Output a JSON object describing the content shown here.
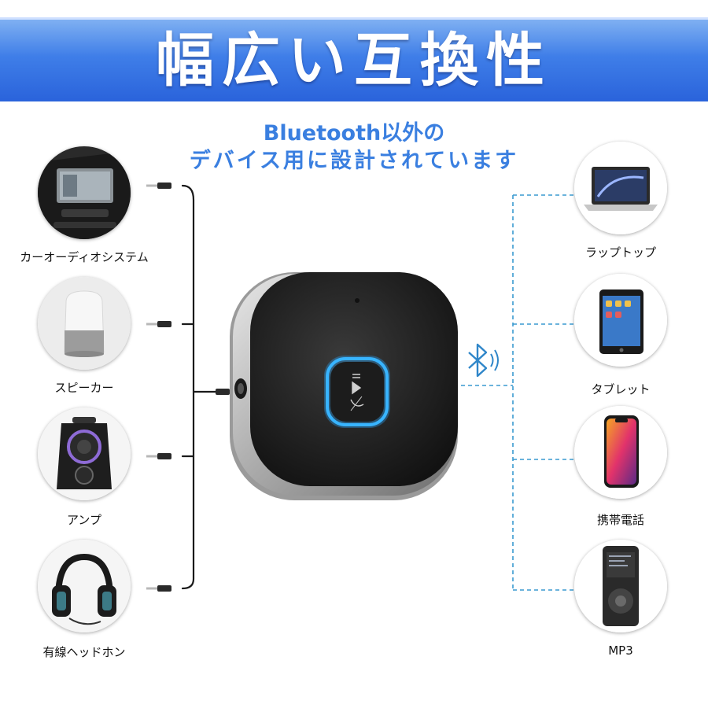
{
  "banner": {
    "title": "幅広い互換性"
  },
  "subtitle": {
    "line1": "Bluetooth以外の",
    "line2": "デバイス用に設計されています"
  },
  "left_devices": [
    {
      "label": "カーオーディオシステム",
      "icon": "car-audio-icon"
    },
    {
      "label": "スピーカー",
      "icon": "speaker-icon"
    },
    {
      "label": "アンプ",
      "icon": "amplifier-icon"
    },
    {
      "label": "有線ヘッドホン",
      "icon": "headphones-icon"
    }
  ],
  "right_devices": [
    {
      "label": "ラップトップ",
      "icon": "laptop-icon"
    },
    {
      "label": "タブレット",
      "icon": "tablet-icon"
    },
    {
      "label": "携帯電話",
      "icon": "phone-icon"
    },
    {
      "label": "MP3",
      "icon": "mp3-player-icon"
    }
  ],
  "colors": {
    "banner": "#2a63db",
    "subtitle": "#3a7fe0",
    "dashed_line": "#3a9ad0",
    "button_glow": "#2aa8ff"
  }
}
